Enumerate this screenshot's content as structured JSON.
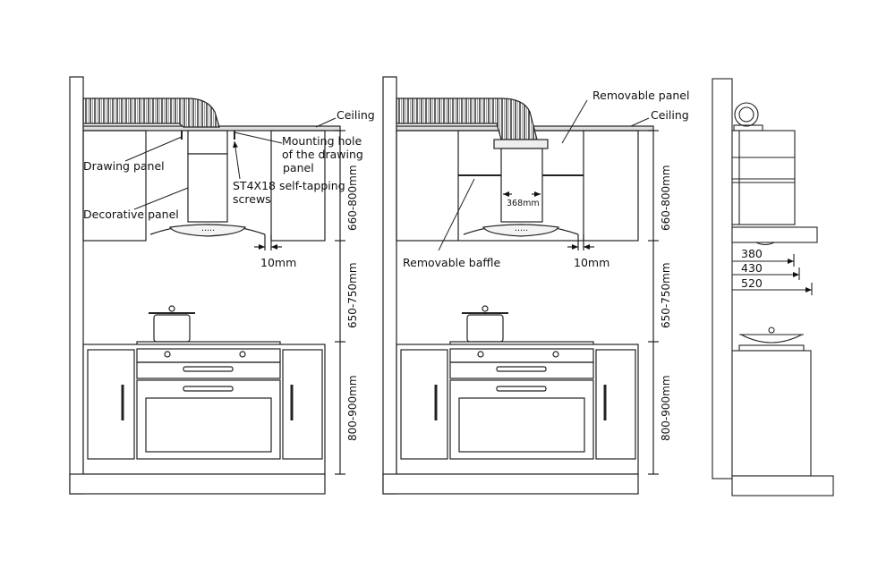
{
  "diagram_1": {
    "ceiling": "Ceiling",
    "mounting_hole": [
      "Mounting hole",
      "of the drawing",
      "panel"
    ],
    "drawing_panel": "Drawing panel",
    "screws": [
      "ST4X18 self-tapping",
      "screws"
    ],
    "decorative_panel": "Decorative panel",
    "gap": "10mm",
    "dim_top": "660-800mm",
    "dim_mid": "650-750mm",
    "dim_bottom": "800-900mm"
  },
  "diagram_2": {
    "removable_panel": "Removable panel",
    "ceiling": "Ceiling",
    "duct_width": "368mm",
    "removable_baffle": "Removable baffle",
    "gap": "10mm",
    "dim_top": "660-800mm",
    "dim_mid": "650-750mm",
    "dim_bottom": "800-900mm"
  },
  "diagram_3": {
    "depth_1": "380",
    "depth_2": "430",
    "depth_3": "520"
  }
}
